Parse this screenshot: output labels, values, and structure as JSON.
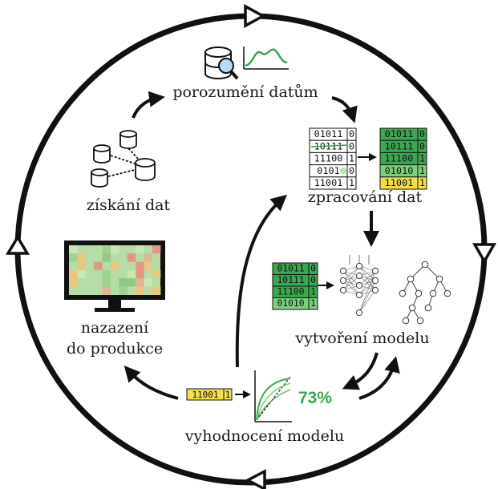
{
  "stages": {
    "understanding": "porozumění datům",
    "collection": "získání dat",
    "processing": "zpracování dat",
    "modeling": "vytvoření modelu",
    "evaluation": "vyhodnocení modelu",
    "deployment_line1": "nazazení",
    "deployment_line2": "do produkce"
  },
  "accuracy": "73%",
  "tables": {
    "raw": [
      {
        "bits": "01011",
        "last": "0"
      },
      {
        "bits": "10111",
        "last": "0"
      },
      {
        "bits": "11100",
        "last": "1"
      },
      {
        "bits": "0101",
        "last": "0"
      },
      {
        "bits": "11001",
        "last": "1"
      }
    ],
    "processed": [
      {
        "bits": "01011",
        "last": "0"
      },
      {
        "bits": "10111",
        "last": "0"
      },
      {
        "bits": "11100",
        "last": "1"
      },
      {
        "bits": "01010",
        "last": "1"
      },
      {
        "bits": "11001",
        "last": "1"
      }
    ],
    "model_input": [
      {
        "bits": "01011",
        "last": "0"
      },
      {
        "bits": "10111",
        "last": "0"
      },
      {
        "bits": "11100",
        "last": "1"
      },
      {
        "bits": "01010",
        "last": "1"
      }
    ],
    "eval_row": {
      "bits": "11001",
      "last": "1"
    }
  },
  "colors": {
    "cycle": "#111111",
    "green": "#3aa851",
    "light_green": "#7ccf7c",
    "yellow": "#f1df4a",
    "dashboard_a": "#9ad08c",
    "dashboard_b": "#e88d79",
    "dashboard_c": "#f3c27a"
  }
}
